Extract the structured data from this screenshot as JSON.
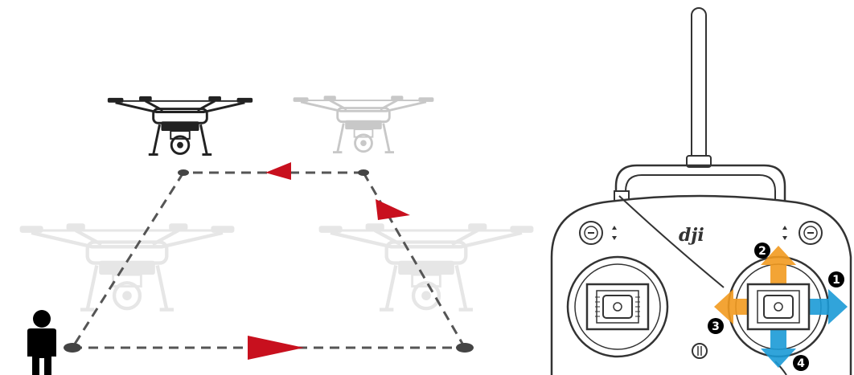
{
  "remote": {
    "brand_logo": "dji",
    "direction_markers": [
      {
        "id": 1,
        "label": "1",
        "color": "#000000"
      },
      {
        "id": 2,
        "label": "2",
        "color": "#000000"
      },
      {
        "id": 3,
        "label": "3",
        "color": "#000000"
      },
      {
        "id": 4,
        "label": "4",
        "color": "#000000"
      }
    ]
  },
  "colors": {
    "arrow_red": "#c8101e",
    "arrow_orange": "#f29a1f",
    "arrow_blue": "#1b9ad6",
    "path_dash": "#555555",
    "person": "#000000"
  },
  "icons": [
    "person-icon",
    "drone-icon",
    "remote-controller-icon",
    "antenna-icon",
    "joystick-icon"
  ]
}
